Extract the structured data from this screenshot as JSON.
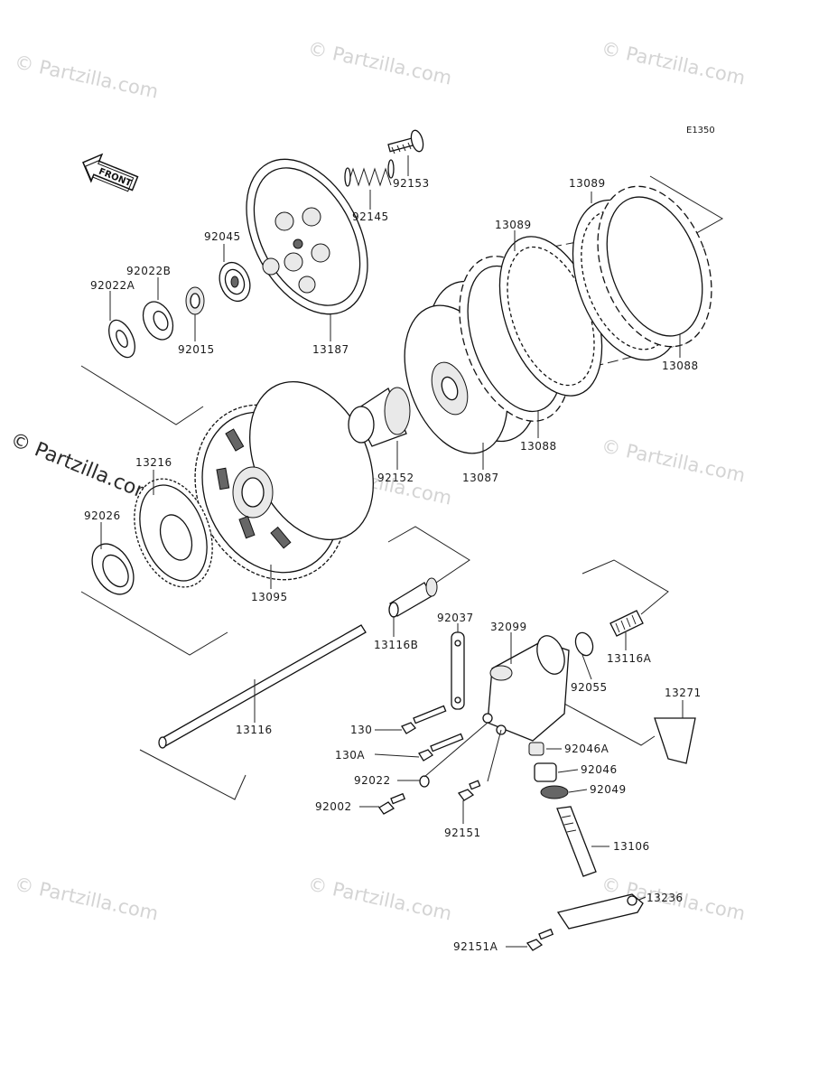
{
  "diagram": {
    "code": "E1350",
    "front_label": "FRONT"
  },
  "watermark": {
    "text": "© Partzilla.com"
  },
  "parts": [
    {
      "id": "p92153",
      "label": "92153"
    },
    {
      "id": "p92145",
      "label": "92145"
    },
    {
      "id": "p13089a",
      "label": "13089"
    },
    {
      "id": "p13089b",
      "label": "13089"
    },
    {
      "id": "p92045",
      "label": "92045"
    },
    {
      "id": "p92022B",
      "label": "92022B"
    },
    {
      "id": "p92022A",
      "label": "92022A"
    },
    {
      "id": "p92015",
      "label": "92015"
    },
    {
      "id": "p13187",
      "label": "13187"
    },
    {
      "id": "p13088a",
      "label": "13088"
    },
    {
      "id": "p13088b",
      "label": "13088"
    },
    {
      "id": "p13216",
      "label": "13216"
    },
    {
      "id": "p92152",
      "label": "92152"
    },
    {
      "id": "p13087",
      "label": "13087"
    },
    {
      "id": "p92026",
      "label": "92026"
    },
    {
      "id": "p13095",
      "label": "13095"
    },
    {
      "id": "p13116B",
      "label": "13116B"
    },
    {
      "id": "p92037",
      "label": "92037"
    },
    {
      "id": "p32099",
      "label": "32099"
    },
    {
      "id": "p13116A",
      "label": "13116A"
    },
    {
      "id": "p92055",
      "label": "92055"
    },
    {
      "id": "p13271",
      "label": "13271"
    },
    {
      "id": "p13116",
      "label": "13116"
    },
    {
      "id": "p130",
      "label": "130"
    },
    {
      "id": "p130A",
      "label": "130A"
    },
    {
      "id": "p92046A",
      "label": "92046A"
    },
    {
      "id": "p92022",
      "label": "92022"
    },
    {
      "id": "p92046",
      "label": "92046"
    },
    {
      "id": "p92049",
      "label": "92049"
    },
    {
      "id": "p92002",
      "label": "92002"
    },
    {
      "id": "p92151",
      "label": "92151"
    },
    {
      "id": "p13106",
      "label": "13106"
    },
    {
      "id": "p13236",
      "label": "13236"
    },
    {
      "id": "p92151A",
      "label": "92151A"
    }
  ]
}
